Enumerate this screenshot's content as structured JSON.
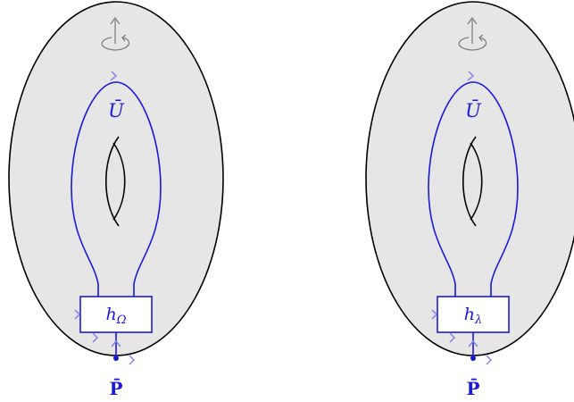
{
  "colors": {
    "torus_fill": "#e6e6e6",
    "outline": "#000000",
    "loop": "#1a1adf",
    "loop_light": "#7f7fef",
    "rotation_icon": "#808080"
  },
  "diagrams": [
    {
      "loop_label": "Ū",
      "box_label_main": "h",
      "box_label_sub": "Ω",
      "point_label": "P̄"
    },
    {
      "loop_label": "Ū",
      "box_label_main": "h",
      "box_label_sub": "λ",
      "point_label": "P̄"
    }
  ],
  "icons": {
    "rotation": "rotation-arrow-icon",
    "direction_arrows": "chevron-arrow-icon"
  }
}
